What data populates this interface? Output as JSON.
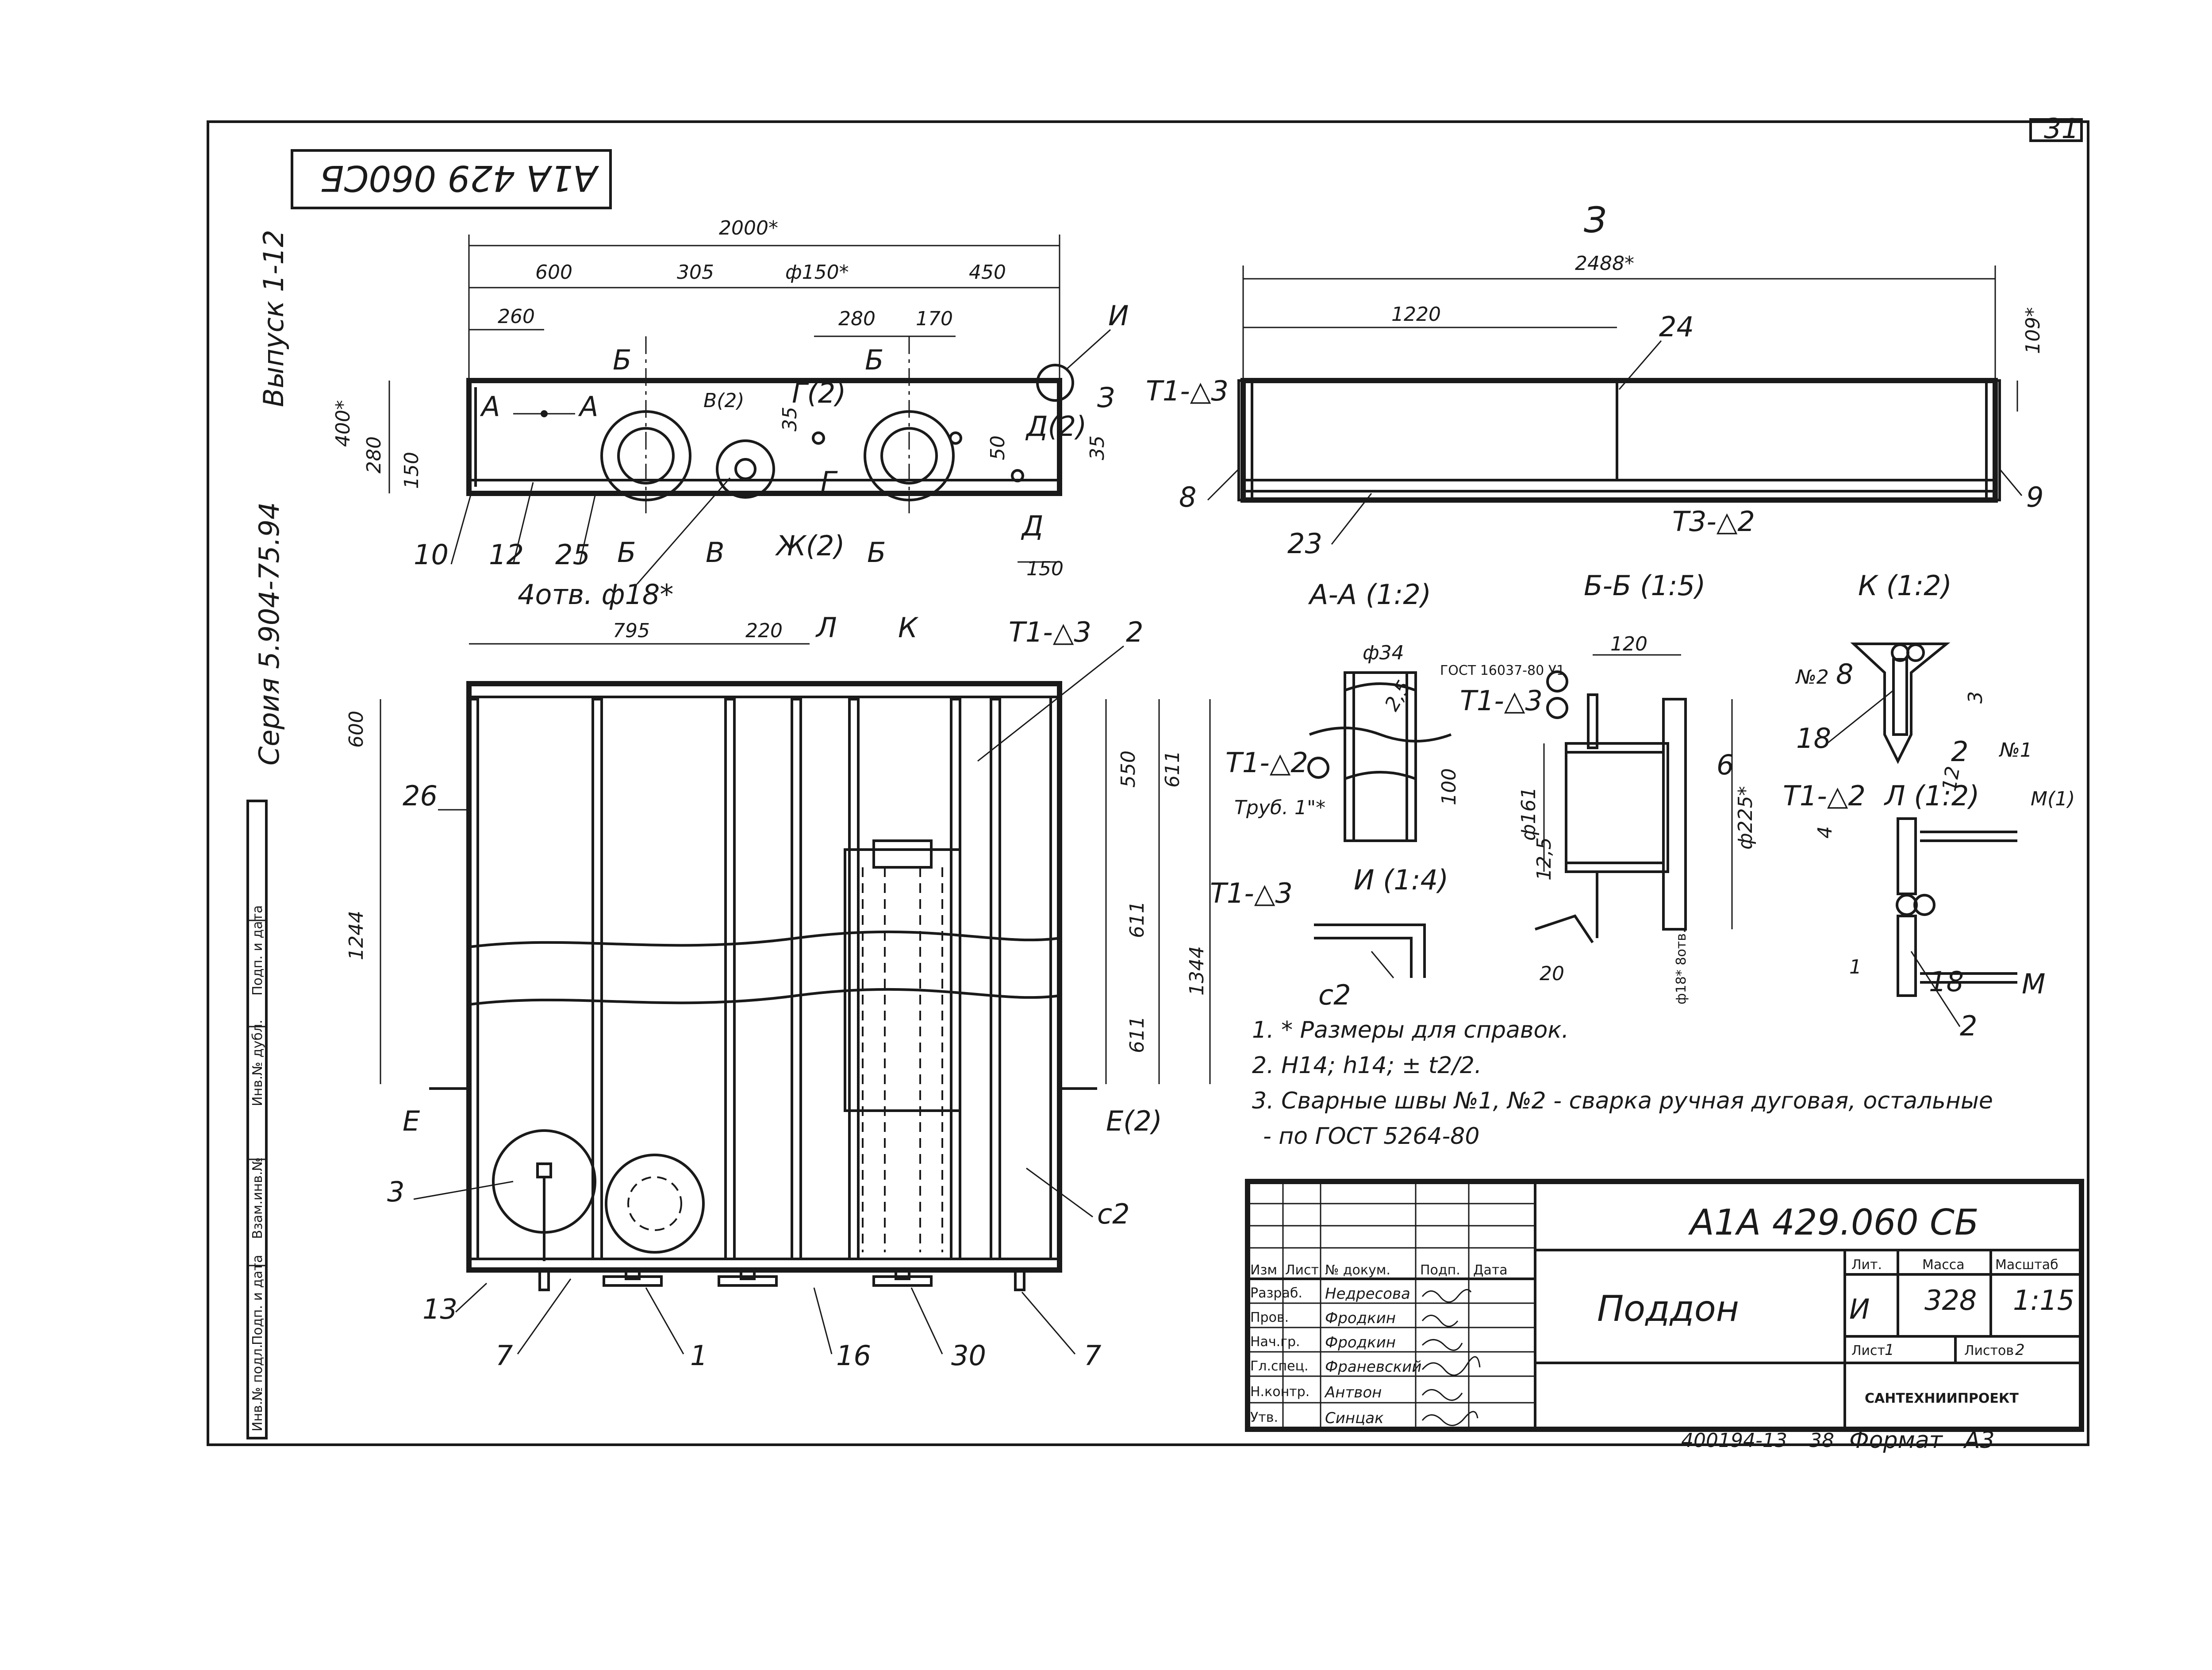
{
  "sheet": {
    "page_number": "31",
    "series_vertical": "Серия 5.904-75.94",
    "issue_vertical": "Выпуск 1-12",
    "rotated_code": "А1А 429 060СБ",
    "bottom_code": "400194-13",
    "bottom_page": "38",
    "format_label": "Формат",
    "format_value": "А3"
  },
  "top_view": {
    "dims": {
      "overall": "2000*",
      "d600": "600",
      "d305": "305",
      "d150dia": "ф150*",
      "d450": "450",
      "d260": "260",
      "d280": "280",
      "d170": "170",
      "d400": "400*",
      "d280v": "280",
      "d150v": "150",
      "d35a": "35",
      "d50": "50",
      "d35b": "35",
      "d150b": "150",
      "holes": "4отв. ф18*"
    },
    "section_marks": {
      "b1": "Б",
      "b2": "Б",
      "b3": "Б",
      "b4": "Б",
      "aa": "А",
      "ab": "А",
      "v1": "В",
      "v2": "В(2)",
      "g": "Г(2)",
      "g2": "Г",
      "d1": "Д(2)",
      "d2": "Д",
      "zh": "Ж(2)",
      "i": "И",
      "z": "З"
    },
    "callouts": {
      "c10": "10",
      "c12": "12",
      "c25": "25"
    }
  },
  "side_view": {
    "title": "З",
    "dims": {
      "overall": "2488*",
      "d1220": "1220",
      "d109": "109*"
    },
    "weld_top": "Т1-△3",
    "weld_bottom": "Т3-△2",
    "callouts": {
      "c24": "24",
      "c8": "8",
      "c23": "23",
      "c9": "9"
    }
  },
  "plan_view": {
    "dims": {
      "d795": "795",
      "d220": "220",
      "d600": "600",
      "d1244": "1244",
      "d550": "550",
      "d611a": "611",
      "d611b": "611",
      "d611c": "611",
      "d1344": "1344"
    },
    "labels": {
      "l": "Л",
      "k": "К",
      "e1": "Е",
      "e2": "Е(2)",
      "weld_top": "Т1-△3",
      "weld_side": "Т1-△3"
    },
    "callouts": {
      "c2": "2",
      "c26": "26",
      "c3": "3",
      "cc2": "с2",
      "c13": "13",
      "c7a": "7",
      "c1": "1",
      "c16": "16",
      "c30": "30",
      "c7b": "7"
    }
  },
  "sections": {
    "aa_title": "А-А (1:2)",
    "bb_title": "Б-Б (1:5)",
    "k_title": "К (1:2)",
    "i_title": "И (1:4)",
    "l_title": "Л (1:2)",
    "aa": {
      "d34": "ф34",
      "d100": "100",
      "weld": "Т1-△2",
      "pipe": "Труб. 1\"*",
      "r": "2,5"
    },
    "bb": {
      "gost": "ГОСТ 16037-80 У1",
      "weld": "Т1-△3",
      "d120": "120",
      "d161": "ф161",
      "d225": "ф225*",
      "d6": "6",
      "d12": "12,5",
      "d20": "20",
      "holes": "ф18* 8отв."
    },
    "k": {
      "n2": "№2",
      "c8": "8",
      "c18": "18",
      "d2": "2",
      "d3": "3"
    },
    "i": {
      "c2": "с2"
    },
    "l": {
      "weld": "Т1-△2",
      "n1": "№1",
      "c12": "12",
      "m1": "М(1)",
      "m2": "М",
      "c18": "18",
      "c2": "2",
      "d1": "1",
      "d4": "4"
    }
  },
  "notes": [
    "1. * Размеры для справок.",
    "2. Н14; h14; ± t2/2.",
    "3. Сварные швы №1, №2 - сварка ручная дуговая, остальные",
    "- по ГОСТ 5264-80"
  ],
  "title_block": {
    "doc_code": "А1А 429.060 СБ",
    "name": "Поддон",
    "hdr_izm": "Изм",
    "hdr_list": "Лист",
    "hdr_dok": "№ докум.",
    "hdr_podp": "Подп.",
    "hdr_data": "Дата",
    "roles": [
      "Разраб.",
      "Пров.",
      "Нач.гр.",
      "Гл.спец.",
      "Н.контр.",
      "Утв."
    ],
    "people": [
      "Недресова",
      "Фродкин",
      "Фродкин",
      "Франевский",
      "Антвон",
      "Синцак"
    ],
    "lit_label": "Лит.",
    "mass_label": "Масса",
    "scale_label": "Масштаб",
    "lit_value": "И",
    "mass_value": "328",
    "scale_value": "1:15",
    "sheet_label": "Лист",
    "sheet_value": "1",
    "sheets_label": "Листов",
    "sheets_value": "2",
    "org": "САНТЕХНИИПРОЕКТ"
  },
  "side_stamp": {
    "labels": [
      "Инв.№ подл.",
      "Подп. и дата",
      "Взам.инв.№",
      "Инв.№ дубл.",
      "Подп. и дата"
    ]
  }
}
